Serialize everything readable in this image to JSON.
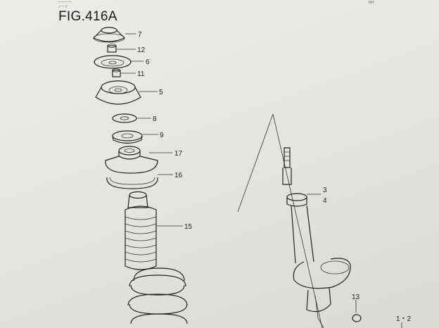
{
  "header": {
    "line1": "ーーーー",
    "line2": "ノート",
    "corner": "RH"
  },
  "figure": {
    "title": "FIG.416A",
    "labels": {
      "p7": "7",
      "p12": "12",
      "p6": "6",
      "p11": "11",
      "p5": "5",
      "p8": "8",
      "p9": "9",
      "p17": "17",
      "p16": "16",
      "p15": "15",
      "p3": "3",
      "p4": "4",
      "p13": "13",
      "p12b": "1・2"
    }
  }
}
